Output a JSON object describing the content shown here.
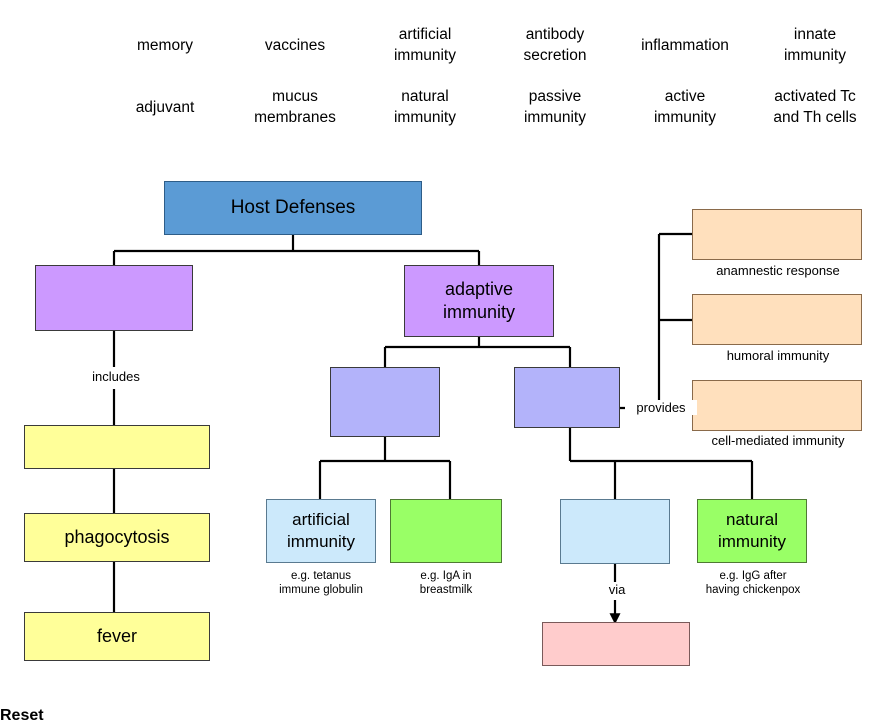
{
  "word_bank": {
    "rows": [
      [
        {
          "label": "memory"
        },
        {
          "label": "vaccines"
        },
        {
          "label": "artificial\nimmunity"
        },
        {
          "label": "antibody\nsecretion"
        },
        {
          "label": "inflammation"
        },
        {
          "label": "innate\nimmunity"
        }
      ],
      [
        {
          "label": "adjuvant"
        },
        {
          "label": "mucus\nmembranes"
        },
        {
          "label": "natural\nimmunity"
        },
        {
          "label": "passive\nimmunity"
        },
        {
          "label": "active\nimmunity"
        },
        {
          "label": "activated Tc\nand Th cells"
        }
      ]
    ]
  },
  "diagram": {
    "nodes": {
      "host_defenses": {
        "label": "Host Defenses"
      },
      "innate_blank": {
        "label": ""
      },
      "adaptive_immunity": {
        "label": "adaptive\nimmunity"
      },
      "anamnestic_blank": {
        "label": ""
      },
      "humoral_blank": {
        "label": ""
      },
      "cellmediated_blank": {
        "label": ""
      },
      "nonspecific_blank": {
        "label": ""
      },
      "phagocytosis": {
        "label": "phagocytosis"
      },
      "fever": {
        "label": "fever"
      },
      "humoral_branch_blank": {
        "label": ""
      },
      "cellular_branch_blank": {
        "label": ""
      },
      "artificial_immunity": {
        "label": "artificial\nimmunity"
      },
      "natural_immunity_left_blank": {
        "label": ""
      },
      "passive_blank": {
        "label": ""
      },
      "natural_immunity": {
        "label": "natural\nimmunity"
      },
      "via_target_blank": {
        "label": ""
      }
    },
    "captions": {
      "anamnestic_response": "anamnestic response",
      "humoral_immunity": "humoral immunity",
      "cell_mediated_immunity": "cell-mediated immunity",
      "tetanus_example": "e.g. tetanus\nimmune globulin",
      "iga_example": "e.g. IgA in\nbreastmilk",
      "igg_example": "e.g. IgG after\nhaving  chickenpox"
    },
    "edge_labels": {
      "includes": "includes",
      "provides": "provides",
      "via": "via"
    }
  },
  "controls": {
    "reset_label": "Reset"
  },
  "colors": {
    "header_blue": "#5b9bd5",
    "purple": "#cc99ff",
    "periwinkle": "#b3b3fa",
    "yellow": "#ffff99",
    "orange": "#ffe0bd",
    "light_blue": "#cce9fb",
    "green": "#99ff66",
    "pink": "#ffcccc",
    "line": "#000000"
  }
}
